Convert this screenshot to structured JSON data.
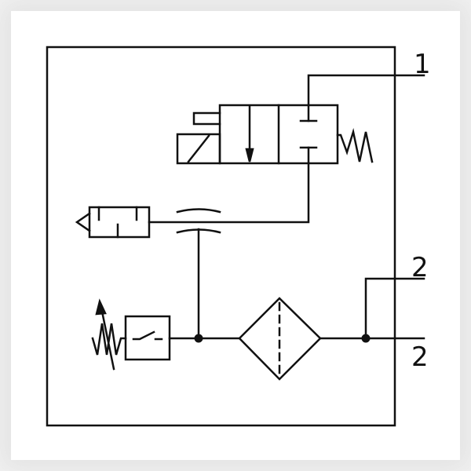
{
  "diagram": {
    "type": "pneumatic-circuit-symbol",
    "ports": [
      {
        "id": "port-1",
        "label": "1"
      },
      {
        "id": "port-2-upper",
        "label": "2"
      },
      {
        "id": "port-2-lower",
        "label": "2"
      }
    ],
    "components": [
      "solenoid-valve-3-2",
      "spring-return",
      "silencer-exhaust",
      "flow-restrictor",
      "pressure-switch",
      "adjustable-spring",
      "air-filter",
      "junction-dot-left",
      "junction-dot-right"
    ],
    "colors": {
      "line": "#111111",
      "background": "#ffffff"
    }
  }
}
